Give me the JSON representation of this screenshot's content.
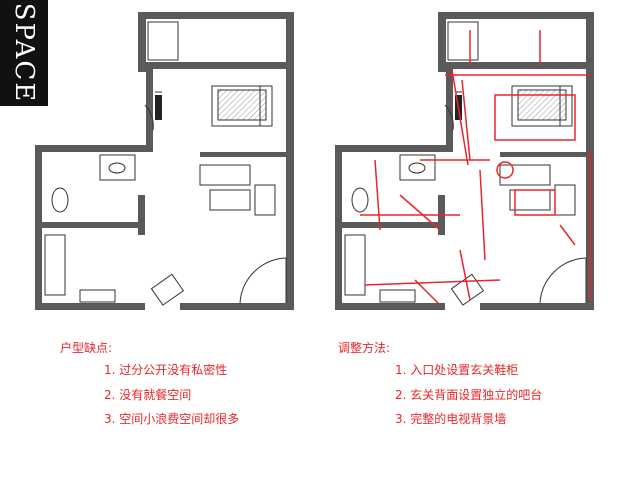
{
  "logo": {
    "text": "SPACE"
  },
  "left_panel": {
    "heading": "户型缺点:",
    "items": [
      "1. 过分公开没有私密性",
      "2. 没有就餐空间",
      "3. 空间小浪费空间却很多"
    ]
  },
  "right_panel": {
    "heading": "调整方法:",
    "items": [
      "1. 入口处设置玄关鞋柜",
      "2. 玄关背面设置独立的吧台",
      "3. 完整的电视背景墙"
    ]
  },
  "colors": {
    "wall": "#555555",
    "annotation": "#e8262b",
    "text": "#e8262b"
  }
}
